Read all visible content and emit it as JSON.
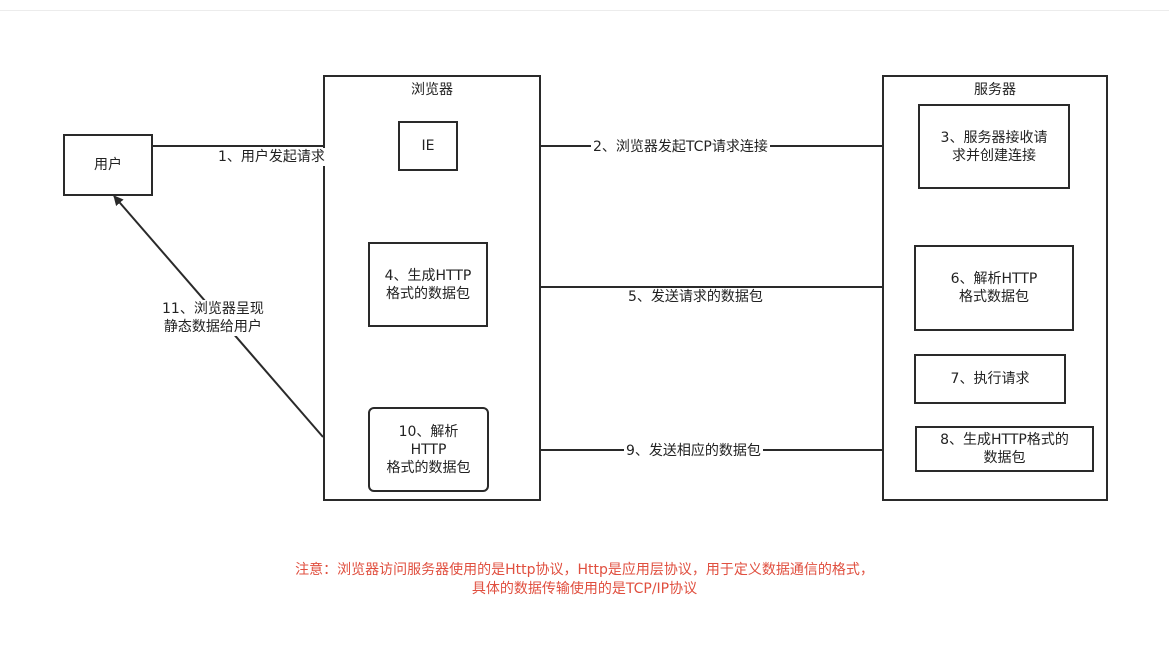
{
  "containers": {
    "browser": "浏览器",
    "server": "服务器"
  },
  "nodes": {
    "user": "用户",
    "ie": "IE",
    "gen_http": "4、生成HTTP\n格式的数据包",
    "parse_http_browser": "10、解析\nHTTP\n格式的数据包",
    "server_accept": "3、服务器接收请\n求并创建连接",
    "parse_http_server": "6、解析HTTP\n格式数据包",
    "exec_request": "7、执行请求",
    "gen_http_response": "8、生成HTTP格式的\n数据包"
  },
  "edges": {
    "e1": "1、用户发起请求",
    "e2": "2、浏览器发起TCP请求连接",
    "e5": "5、发送请求的数据包",
    "e9": "9、发送相应的数据包",
    "e11": "11、浏览器呈现\n静态数据给用户"
  },
  "note": {
    "line1": "注意：浏览器访问服务器使用的是Http协议，Http是应用层协议，用于定义数据通信的格式，",
    "line2": "具体的数据传输使用的是TCP/IP协议"
  },
  "colors": {
    "line": "#2a2a2a",
    "note": "#e04f3f"
  }
}
